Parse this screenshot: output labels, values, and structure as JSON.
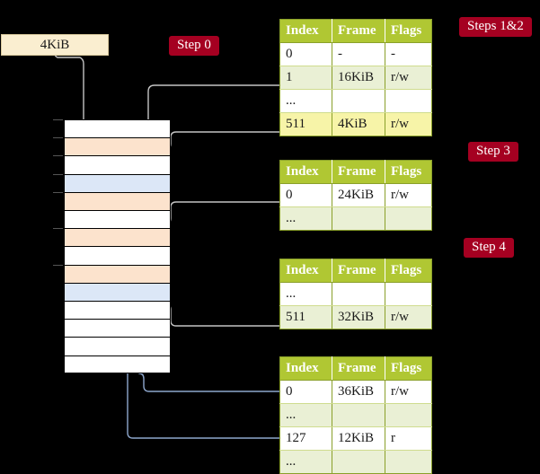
{
  "diagram": {
    "title_labels": {
      "step0": "Step 0",
      "steps12": "Steps 1&2",
      "step3": "Step 3",
      "step4": "Step 4"
    },
    "address_box": {
      "label": "4KiB"
    },
    "table_columns": [
      "Index",
      "Frame",
      "Flags"
    ],
    "tables": [
      {
        "name": "level-4-table",
        "columns": [
          "Index",
          "Frame",
          "Flags"
        ],
        "rows": [
          {
            "index": "0",
            "frame": "-",
            "flags": "-",
            "style": "plain"
          },
          {
            "index": "1",
            "frame": "16KiB",
            "flags": "r/w",
            "style": "alt"
          },
          {
            "index": "...",
            "frame": "",
            "flags": "",
            "style": "plain"
          },
          {
            "index": "511",
            "frame": "4KiB",
            "flags": "r/w",
            "style": "hl"
          }
        ]
      },
      {
        "name": "level-3-table",
        "columns": [
          "Index",
          "Frame",
          "Flags"
        ],
        "rows": [
          {
            "index": "0",
            "frame": "24KiB",
            "flags": "r/w",
            "style": "plain"
          },
          {
            "index": "...",
            "frame": "",
            "flags": "",
            "style": "alt"
          }
        ]
      },
      {
        "name": "level-2-table",
        "columns": [
          "Index",
          "Frame",
          "Flags"
        ],
        "rows": [
          {
            "index": "...",
            "frame": "",
            "flags": "",
            "style": "plain"
          },
          {
            "index": "511",
            "frame": "32KiB",
            "flags": "r/w",
            "style": "alt"
          }
        ]
      },
      {
        "name": "level-1-table",
        "columns": [
          "Index",
          "Frame",
          "Flags"
        ],
        "rows": [
          {
            "index": "0",
            "frame": "36KiB",
            "flags": "r/w",
            "style": "plain"
          },
          {
            "index": "...",
            "frame": "",
            "flags": "",
            "style": "alt"
          },
          {
            "index": "127",
            "frame": "12KiB",
            "flags": "r",
            "style": "plain"
          },
          {
            "index": "...",
            "frame": "",
            "flags": "",
            "style": "alt"
          }
        ]
      }
    ],
    "memory_column": {
      "name": "physical-memory-frames",
      "rows": [
        {
          "fill": "white"
        },
        {
          "fill": "orange"
        },
        {
          "fill": "white"
        },
        {
          "fill": "blue"
        },
        {
          "fill": "orange"
        },
        {
          "fill": "white"
        },
        {
          "fill": "orange"
        },
        {
          "fill": "white"
        },
        {
          "fill": "orange"
        },
        {
          "fill": "blue"
        },
        {
          "fill": "white"
        },
        {
          "fill": "white"
        },
        {
          "fill": "white"
        },
        {
          "fill": "white"
        }
      ]
    },
    "colors": {
      "step_pill_bg": "#a50021",
      "table_header_bg": "#b0c733",
      "table_alt_row_bg": "#eaf0d5",
      "table_highlight_bg": "#f7f4a8",
      "frame_orange": "#fce3cd",
      "frame_blue": "#dce7f7",
      "address_box_bg": "#faeed0",
      "connector_gray": "#bfbfbf",
      "connector_blue": "#6f8fc0"
    }
  }
}
